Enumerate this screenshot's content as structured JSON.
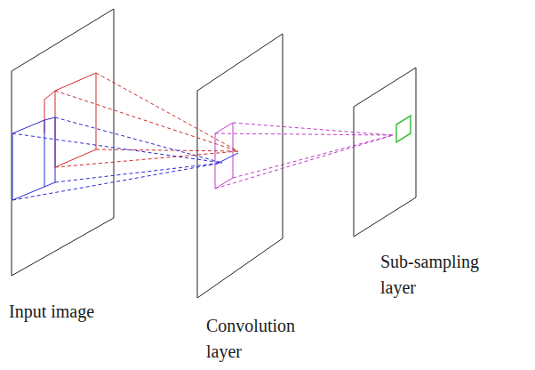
{
  "diagram": {
    "labels": [
      "Input image",
      "Convolution layer",
      "Sub-sampling layer"
    ]
  }
}
